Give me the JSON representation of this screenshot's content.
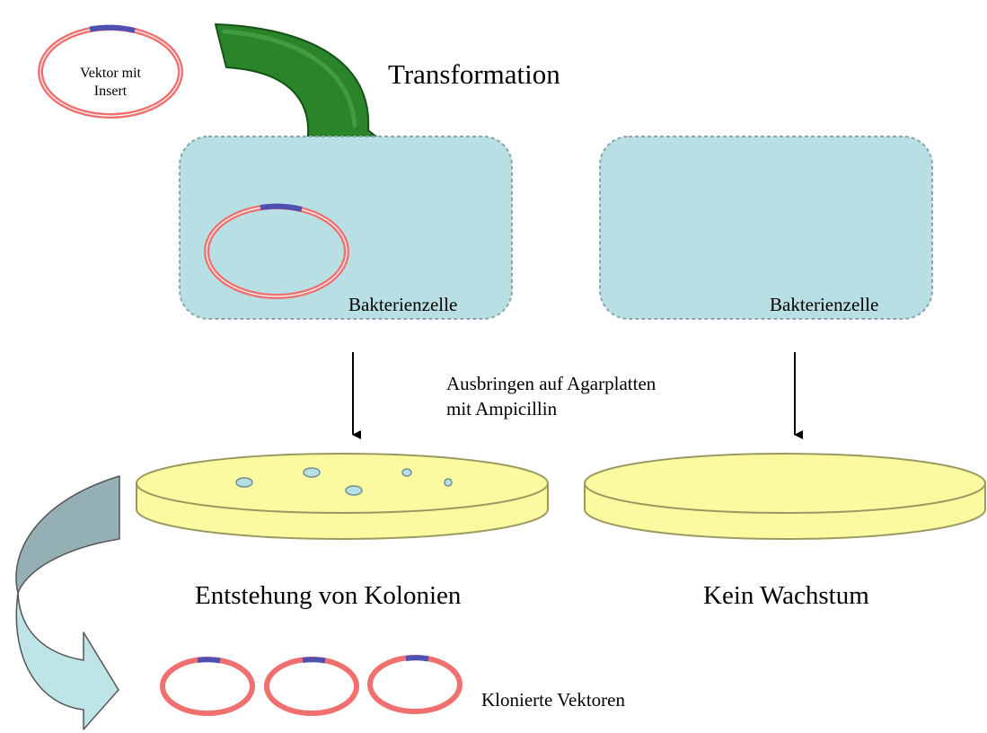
{
  "labels": {
    "vector_line1": "Vektor mit",
    "vector_line2": "Insert",
    "transformation": "Transformation",
    "cell_left": "Bakterienzelle",
    "cell_right": "Bakterienzelle",
    "agar_line1": "Ausbringen auf Agarplatten",
    "agar_line2": "mit Ampicillin",
    "colonies": "Entstehung von Kolonien",
    "no_growth": "Kein Wachstum",
    "cloned_vectors": "Klonierte Vektoren"
  },
  "colors": {
    "plasmid_ring": "#f07070",
    "plasmid_insert": "#5050b0",
    "cell_fill": "#b8dfe3",
    "cell_border": "#8aa6aa",
    "plate_fill": "#fbfaa0",
    "plate_border": "#9a9a60",
    "transformation_arrow": "#1f7a1f",
    "recovery_arrow_dark": "#95b0b4",
    "recovery_arrow_light": "#bfe4e8",
    "colony_fill": "#b8dfe3"
  },
  "icons": {
    "transformation_arrow": "curved-arrow-icon",
    "recovery_arrow": "curved-arrow-icon",
    "plating_arrow": "down-arrow-icon"
  }
}
